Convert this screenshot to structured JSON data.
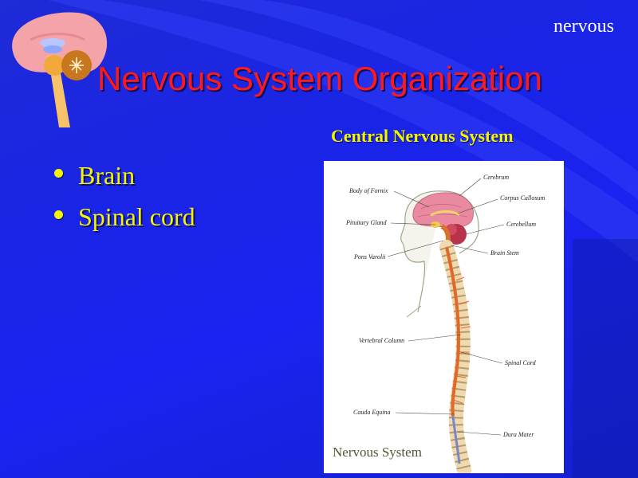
{
  "slide": {
    "corner_label": "nervous",
    "title": "Nervous System Organization",
    "bullets": [
      {
        "text": "Brain"
      },
      {
        "text": "Spinal cord"
      }
    ],
    "figure_heading": "Central Nervous System",
    "figure": {
      "caption": "Nervous System",
      "labels": {
        "cerebrum": "Cerebrum",
        "body_of_fornix": "Body of Fornix",
        "corpus_callosum": "Corpus Callosum",
        "pituitary_gland": "Pituitary Gland",
        "cerebellum": "Cerebellum",
        "pons_varolii": "Pons Varolii",
        "brain_stem": "Brain Stem",
        "vertebral_column": "Vertebral Column",
        "spinal_cord": "Spinal Cord",
        "cauda_equina": "Cauda Equina",
        "dura_mater": "Dura Mater"
      }
    }
  },
  "colors": {
    "background": "#1c22f0",
    "title": "#ff1a1a",
    "bullet_text": "#f5f500",
    "corner_label": "#ffffff"
  },
  "icons": {
    "logo": "brain-sagittal-icon",
    "bullet": "bullet-dot-icon"
  }
}
